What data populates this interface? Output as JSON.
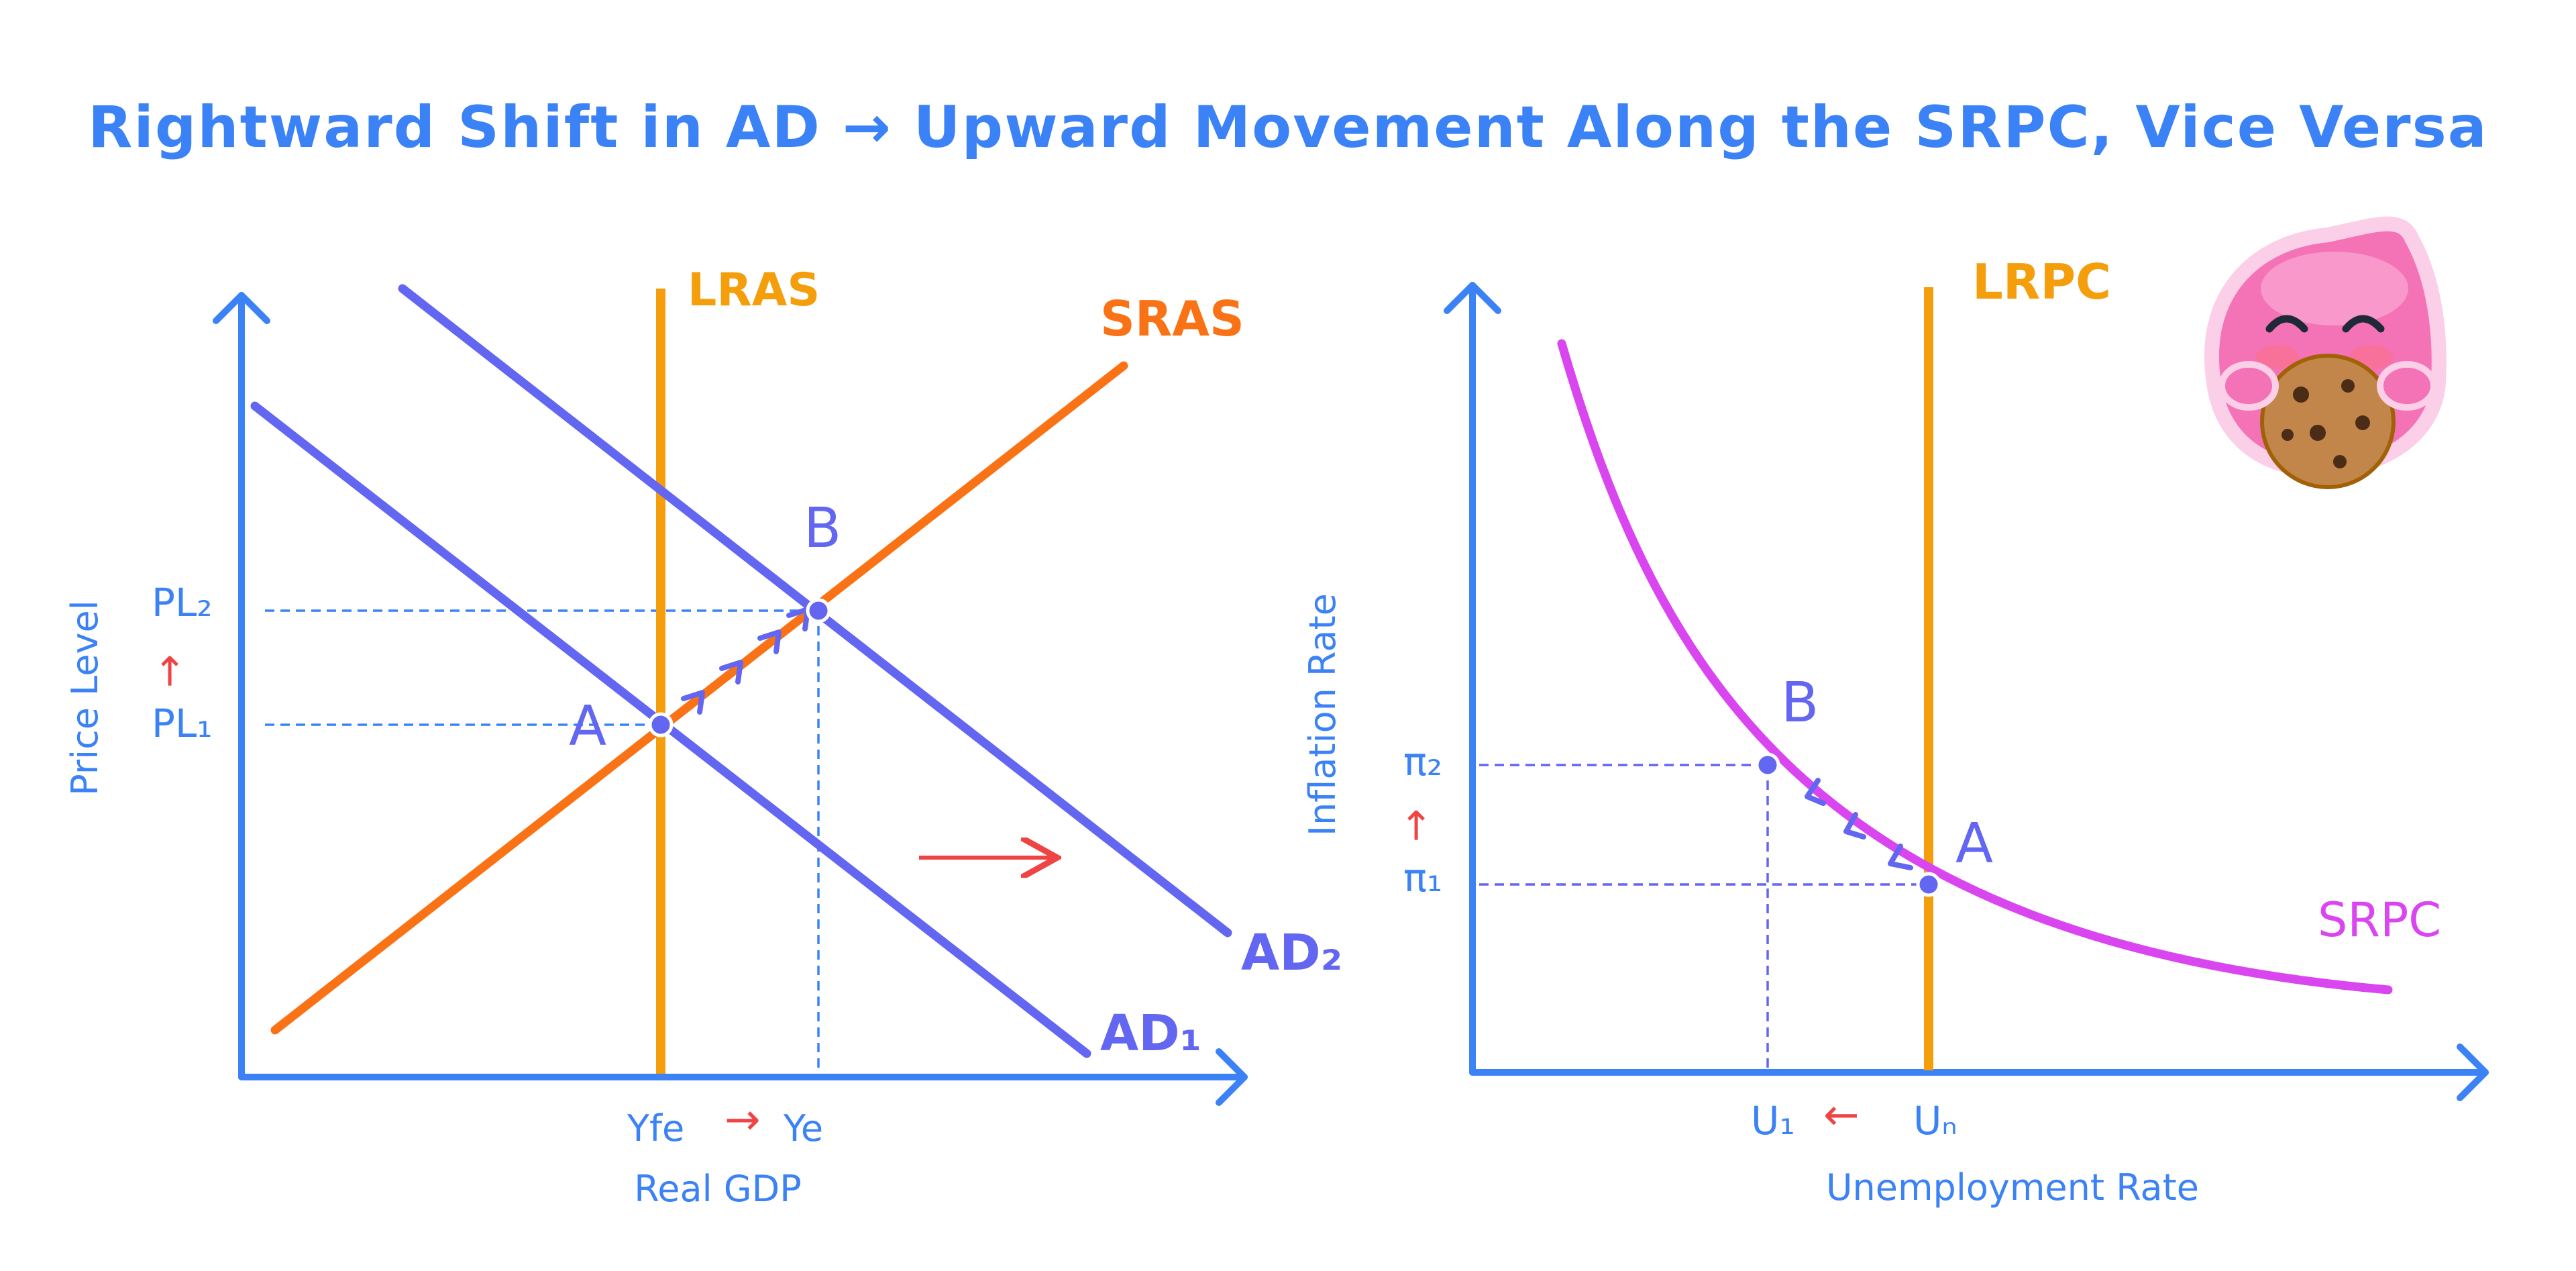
{
  "title": "Rightward Shift in AD → Upward Movement Along the SRPC, Vice Versa",
  "colors": {
    "axis": "#3b82f6",
    "ad": "#6366f1",
    "sras": "#f97316",
    "long_run": "#f59e0b",
    "srpc": "#d946ef",
    "arrow_red": "#ef4444",
    "point_label": "#6366f1"
  },
  "left_chart": {
    "x_axis_label": "Real GDP",
    "y_axis_label": "Price Level",
    "curves": {
      "lras": "LRAS",
      "sras": "SRAS",
      "ad1": "AD₁",
      "ad2": "AD₂"
    },
    "points": {
      "a": "A",
      "b": "B"
    },
    "y_ticks": {
      "pl1": "PL₁",
      "pl2": "PL₂",
      "arrow": "→"
    },
    "x_ticks": {
      "yfe": "Yfe",
      "ye": "Ye",
      "arrow": "→"
    }
  },
  "right_chart": {
    "x_axis_label": "Unemployment Rate",
    "y_axis_label": "Inflation Rate",
    "curves": {
      "lrpc": "LRPC",
      "srpc": "SRPC"
    },
    "points": {
      "a": "A",
      "b": "B"
    },
    "y_ticks": {
      "pi1": "π₁",
      "pi2": "π₂",
      "arrow": "→"
    },
    "x_ticks": {
      "u1": "U₁",
      "un": "Uₙ",
      "arrow": "←"
    }
  },
  "mascot": {
    "icon": "pink-blob-eating-cookie-icon"
  }
}
